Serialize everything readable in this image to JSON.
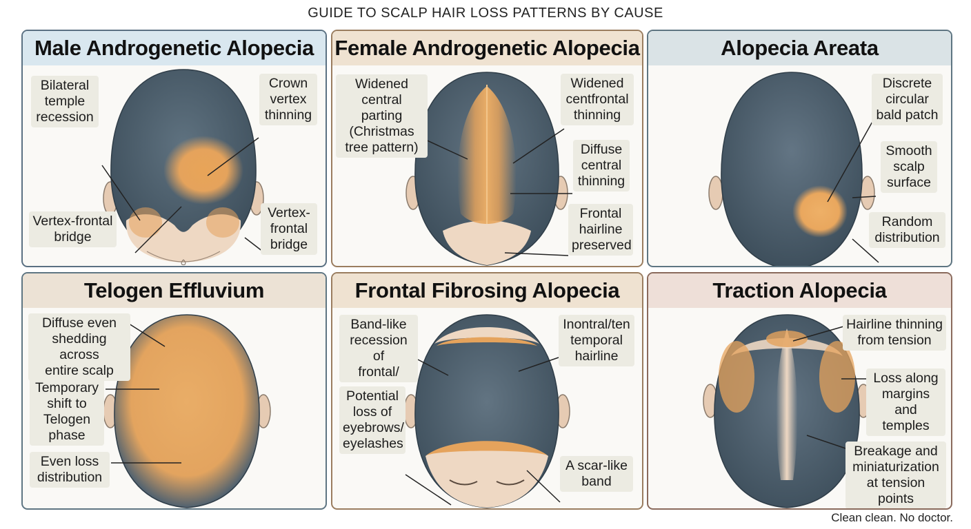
{
  "title": "GUIDE TO SCALP HAIR LOSS PATTERNS BY CAUSE",
  "footer": "Clean clean. No doctor.",
  "colors": {
    "hair": "#4f6372",
    "hair_dark": "#34424d",
    "skin": "#eed8c3",
    "thinning": "#e7a45c",
    "border": "#3f5566"
  },
  "panels": [
    {
      "title": "Male Androgenetic Alopecia",
      "header_color": "#d9e7ef",
      "border_color": "#5a7082",
      "labels": [
        "Bilateral\ntemple\nrecession",
        "Crown\nvertex\nthinning",
        "Vertex-frontal\nbridge",
        "Vertex-\nfrontal\nbridge"
      ]
    },
    {
      "title": "Female Androgenetic Alopecia",
      "header_color": "#efe2d1",
      "border_color": "#9a7d5f",
      "labels": [
        "Widened\ncentral parting\n(Christmas\ntree pattern)",
        "Widened\ncentfrontal\nthinning",
        "Diffuse\ncentral\nthinning",
        "Frontal\nhairline\npreserved"
      ]
    },
    {
      "title": "Alopecia Areata",
      "header_color": "#dae3e6",
      "border_color": "#5e7582",
      "labels": [
        "Discrete\ncircular\nbald patch",
        "Smooth\nscalp\nsurface",
        "Random\ndistribution"
      ]
    },
    {
      "title": "Telogen Effluvium",
      "header_color": "#ece2d5",
      "border_color": "#5e7582",
      "labels": [
        "Diffuse even\nshedding across\nentire scalp",
        "Temporary\nshift to\nTelogen\nphase",
        "Even loss\ndistribution"
      ]
    },
    {
      "title": "Frontal Fibrosing Alopecia",
      "header_color": "#efe2d1",
      "border_color": "#9a7d5f",
      "labels": [
        "Band-like\nrecession of\nfrontal/",
        "Inontral/ten\ntemporal\nhairline",
        "Potential\nloss of\neyebrows/\neyelashes",
        "A scar-like\nband"
      ]
    },
    {
      "title": "Traction Alopecia",
      "header_color": "#eedfd8",
      "border_color": "#8a6a5c",
      "labels": [
        "Hairline thinning\nfrom tension",
        "Loss along\nmargins and\ntemples",
        "Breakage and\nminiaturization\nat tension points"
      ]
    }
  ]
}
